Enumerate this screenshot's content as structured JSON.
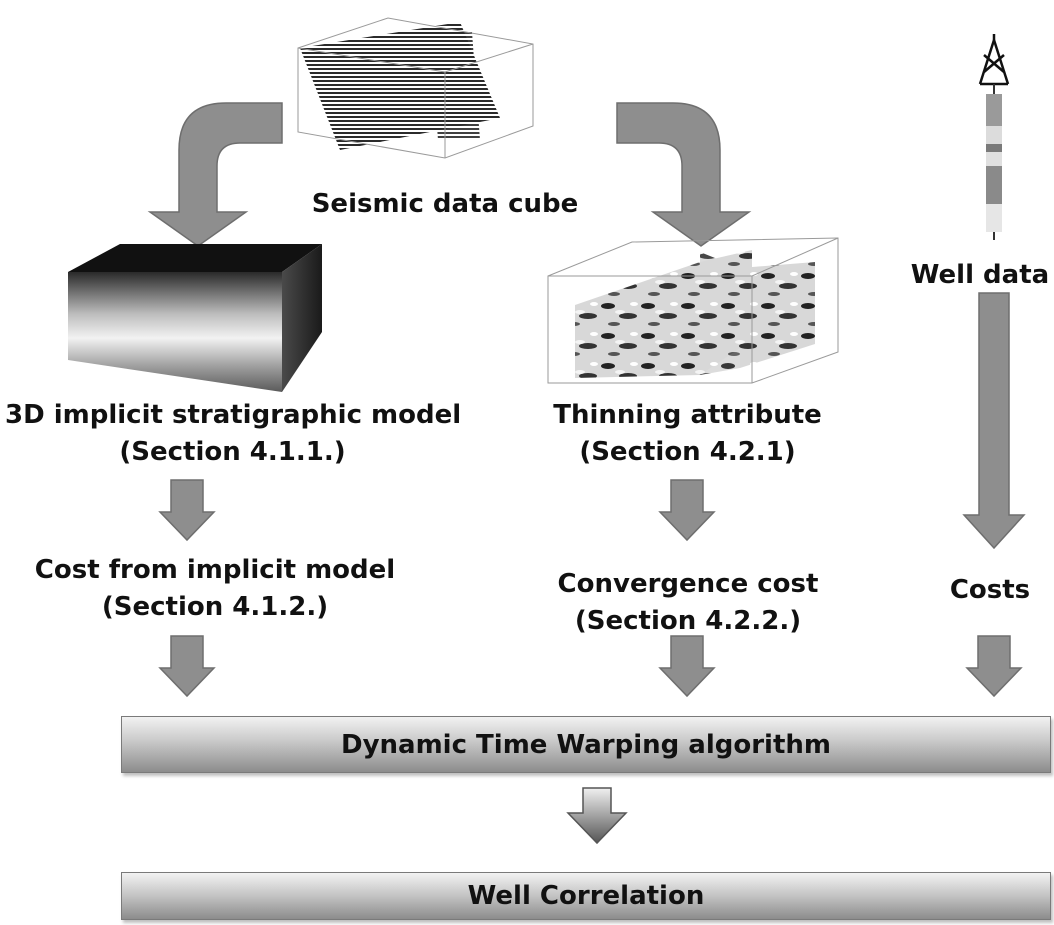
{
  "nodes": {
    "seismic": "Seismic data cube",
    "well_data": "Well data",
    "model_title": "3D implicit stratigraphic model",
    "model_section": "(Section 4.1.1.)",
    "thinning_title": "Thinning attribute",
    "thinning_section": "(Section 4.2.1)",
    "cost_model_title": "Cost from implicit model",
    "cost_model_section": "(Section 4.1.2.)",
    "convergence_title": "Convergence cost",
    "convergence_section": "(Section 4.2.2.)",
    "costs": "Costs",
    "dtw": "Dynamic Time Warping algorithm",
    "correlation": "Well Correlation"
  },
  "colors": {
    "arrow": "#8e8e8e",
    "arrow_stroke": "#6e6e6e",
    "bar_top": "#f2f2f2",
    "bar_bottom": "#8c8c8c"
  }
}
